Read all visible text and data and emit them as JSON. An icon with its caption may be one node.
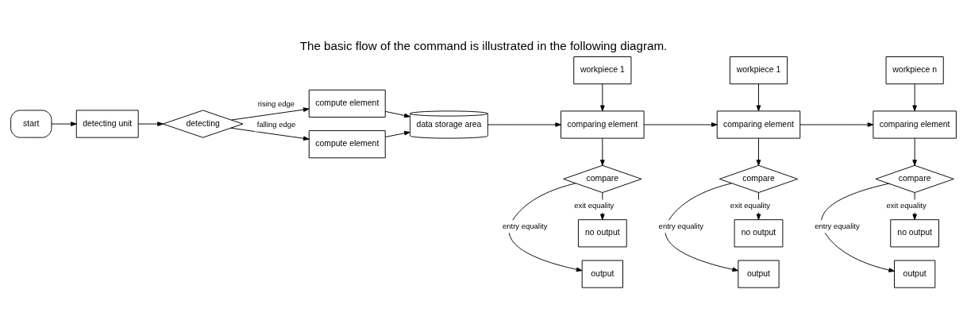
{
  "diagram": {
    "title": "The basic flow of the command is illustrated in the following diagram.",
    "nodes": [
      {
        "text": [
          "start"
        ]
      },
      {
        "text": [
          "detecting unit"
        ]
      },
      {
        "text": [
          "detecting"
        ]
      },
      {
        "text": [
          "compute element"
        ]
      },
      {
        "text": [
          "compute element"
        ]
      },
      {
        "text": [
          "data storage area"
        ]
      },
      {
        "text": [
          "workpiece 1"
        ]
      },
      {
        "text": [
          "workpiece 1"
        ]
      },
      {
        "text": [
          "workpiece n"
        ]
      },
      {
        "text": [
          "comparing element"
        ]
      },
      {
        "text": [
          "comparing element"
        ]
      },
      {
        "text": [
          "comparing element"
        ]
      },
      {
        "text": [
          "compare"
        ]
      },
      {
        "text": [
          "compare"
        ]
      },
      {
        "text": [
          "compare"
        ]
      },
      {
        "text": [
          "output"
        ]
      },
      {
        "text": [
          "no output"
        ]
      },
      {
        "text": [
          "output"
        ]
      },
      {
        "text": [
          "no output"
        ]
      },
      {
        "text": [
          "output"
        ]
      },
      {
        "text": [
          "no output"
        ]
      }
    ],
    "edges": [
      {
        "from": 0,
        "to": 1,
        "arrow": "to"
      },
      {
        "from": 1,
        "to": 2,
        "arrow": "to"
      },
      {
        "from": 2,
        "to": 3,
        "arrow": "to",
        "label": "rising edge"
      },
      {
        "from": 2,
        "to": 4,
        "arrow": "to",
        "label": "falling edge"
      },
      {
        "from": 3,
        "to": 5,
        "arrow": "to"
      },
      {
        "from": 4,
        "to": 5,
        "arrow": "to"
      },
      {
        "from": 5,
        "to": 9,
        "arrow": "to"
      },
      {
        "from": 6,
        "to": 9,
        "arrow": "to"
      },
      {
        "from": 7,
        "to": 10,
        "arrow": "to"
      },
      {
        "from": 8,
        "to": 11,
        "arrow": "to"
      },
      {
        "from": 9,
        "to": 10,
        "arrow": "to"
      },
      {
        "from": 10,
        "to": 11,
        "arrow": "to"
      },
      {
        "from": 9,
        "to": 12,
        "arrow": "to"
      },
      {
        "from": 10,
        "to": 13,
        "arrow": "to"
      },
      {
        "from": 11,
        "to": 14,
        "arrow": "to"
      },
      {
        "from": 12,
        "to": 15,
        "arrow": "to",
        "label": "entry equality"
      },
      {
        "from": 12,
        "to": 16,
        "arrow": "to",
        "label": "exit equality"
      },
      {
        "from": 13,
        "to": 17,
        "arrow": "to",
        "label": "entry equality"
      },
      {
        "from": 13,
        "to": 18,
        "arrow": "to",
        "label": "exit equality"
      },
      {
        "from": 14,
        "to": 19,
        "arrow": "to",
        "label": "entry equality"
      },
      {
        "from": 14,
        "to": 20,
        "arrow": "to",
        "label": "exit equality"
      }
    ]
  }
}
